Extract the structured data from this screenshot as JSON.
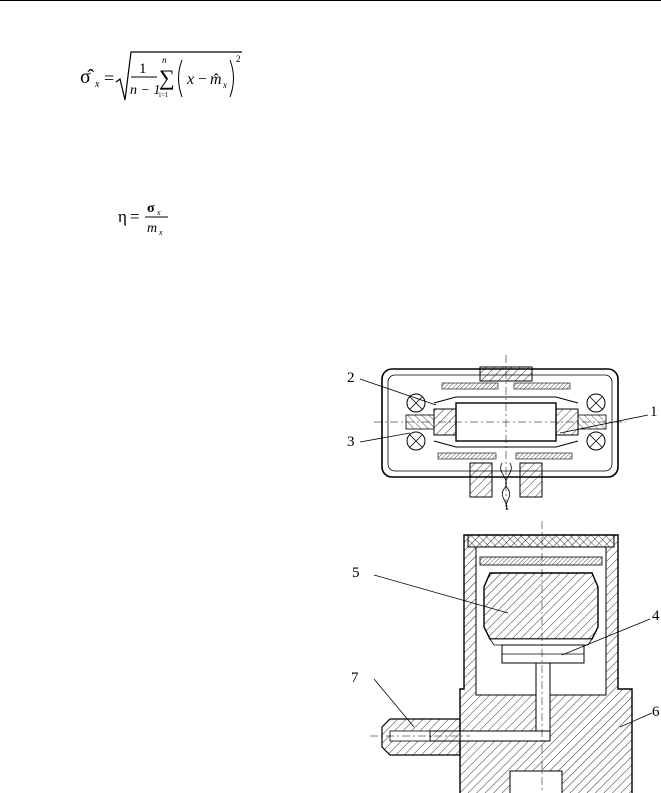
{
  "formulas": {
    "sigma_estimate": {
      "lhs": "σ̂",
      "lhs_sub": "x",
      "one": "1",
      "denominator": "n − 1",
      "sum_upper": "n",
      "sum_lower": "i=1",
      "term_x": "x",
      "term_m": "m̂",
      "term_m_sub": "x",
      "power": "2"
    },
    "eta": {
      "lhs": "η",
      "numerator": "σ",
      "numerator_sub": "x",
      "denominator": "m",
      "denominator_sub": "x"
    }
  },
  "figure": {
    "callouts": [
      "1",
      "2",
      "3",
      "4",
      "5",
      "6",
      "7"
    ]
  },
  "colors": {
    "ink": "#000000",
    "paper": "#ffffff"
  }
}
